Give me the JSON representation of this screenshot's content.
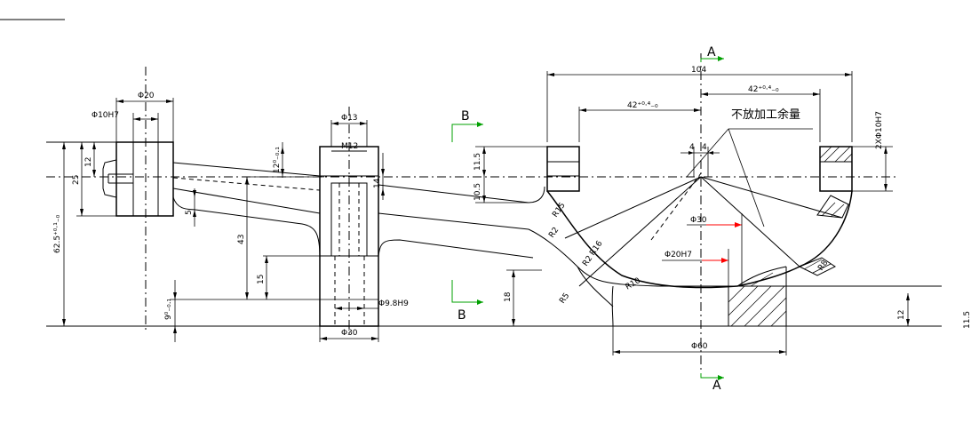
{
  "drawing": {
    "colors": {
      "line": "#000000",
      "view_arrow": "#00a000",
      "leader": "#ff0000"
    },
    "section_labels": {
      "a_top": "A",
      "a_bottom": "A",
      "b_top": "B",
      "b_bottom": "B"
    },
    "note": "不放加工余量",
    "dimensions": {
      "d104": "104",
      "d42_left": "42⁺⁰·⁴₋₀",
      "d42_right": "42⁺⁰·⁴₋₀",
      "phi20": "Φ20",
      "phi10h7": "Φ10H7",
      "phi13": "Φ13",
      "m12": "M12",
      "phi30_mid": "Φ30",
      "phi9_8h9": "Φ9.8H9",
      "phi30_right": "Φ30",
      "phi20h7": "Φ20H7",
      "phi60": "Φ60",
      "hole2x": "2XΦ10H7",
      "d12_left": "12",
      "d25": "25",
      "d62_5": "62.5⁺⁰·¹₋₀",
      "d5": "5",
      "d43": "43",
      "d15": "15",
      "d9_small": "9⁰₋₀.₁",
      "d12_mid": "12⁰₋₀.₁",
      "d14": "14",
      "d11_5_top": "11.5",
      "d10_5": "10.5",
      "d4_a": "4",
      "d4_b": "4",
      "d18": "18",
      "d12_right": "12",
      "d11_5_right": "11.5",
      "r15": "R15",
      "r16": "R16",
      "r5": "R5",
      "r10": "R10",
      "r2_a": "R2",
      "r2_b": "R2",
      "r8": "R8"
    }
  }
}
